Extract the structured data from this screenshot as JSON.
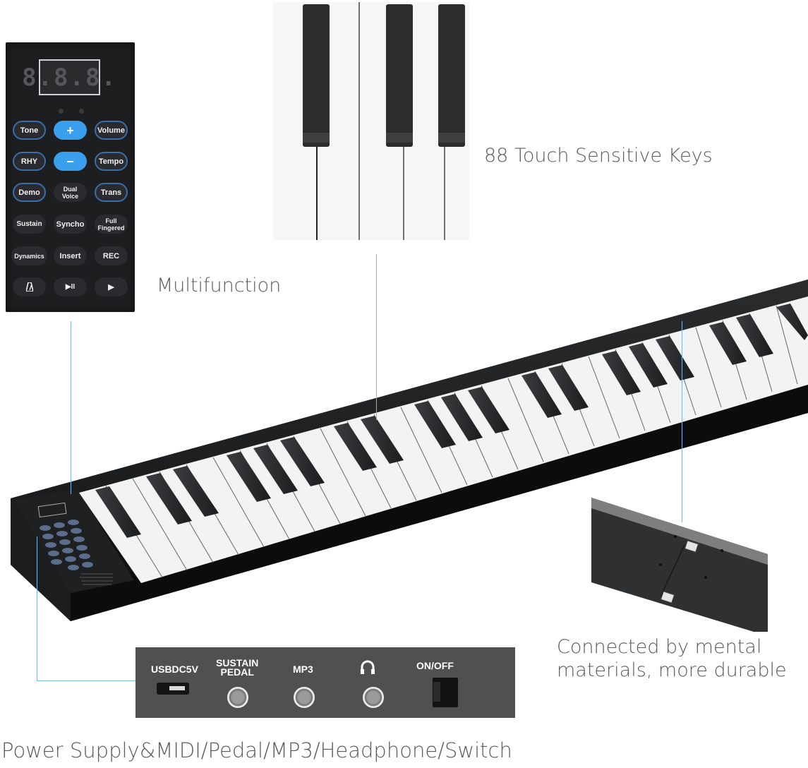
{
  "captions": {
    "keys": "88 Touch Sensitive Keys",
    "multifunction": "Multifunction",
    "connected_line1": "Connected by mental",
    "connected_line2": "materials, more durable",
    "ports": "Power Supply&MIDI/Pedal/MP3/Headphone/Switch"
  },
  "control_panel": {
    "display": "8.8.8.",
    "buttons": [
      {
        "label": "Tone",
        "style": "outline"
      },
      {
        "label": "+",
        "style": "blue"
      },
      {
        "label": "Volume",
        "style": "outline"
      },
      {
        "label": "RHY",
        "style": "outline"
      },
      {
        "label": "−",
        "style": "blue"
      },
      {
        "label": "Tempo",
        "style": "outline"
      },
      {
        "label": "Demo",
        "style": "outline"
      },
      {
        "label": "Dual Voice",
        "style": "plain"
      },
      {
        "label": "Trans",
        "style": "outline"
      },
      {
        "label": "Sustain",
        "style": "plain"
      },
      {
        "label": "Syncho",
        "style": "plain"
      },
      {
        "label": "Full Fingered",
        "style": "plain"
      },
      {
        "label": "Dynamics",
        "style": "plain"
      },
      {
        "label": "Insert",
        "style": "plain"
      },
      {
        "label": "REC",
        "style": "plain"
      },
      {
        "label": "metronome-icon",
        "style": "plain"
      },
      {
        "label": "▶II",
        "style": "plain"
      },
      {
        "label": "▶",
        "style": "plain"
      }
    ],
    "accent_color": "#3aa0ee"
  },
  "ports_panel": {
    "usb_label": "USBDC5V",
    "sustain_label_1": "SUSTAIN",
    "sustain_label_2": "PEDAL",
    "mp3_label": "MP3",
    "headphone_icon": "headphone-icon",
    "switch_label": "ON/OFF"
  },
  "colors": {
    "leader_line": "#7fb5e0",
    "caption_text": "#5b5b5b",
    "panel_bg": "#1d1e20",
    "port_panel_bg": "#505050"
  }
}
